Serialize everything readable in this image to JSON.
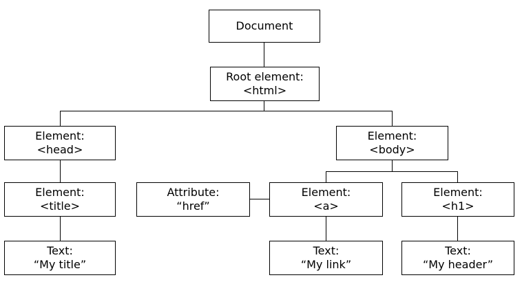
{
  "nodes": {
    "document": {
      "line1": "Document"
    },
    "root": {
      "line1": "Root element:",
      "line2": "<html>"
    },
    "head": {
      "line1": "Element:",
      "line2": "<head>"
    },
    "body": {
      "line1": "Element:",
      "line2": "<body>"
    },
    "title": {
      "line1": "Element:",
      "line2": "<title>"
    },
    "attribute": {
      "line1": "Attribute:",
      "line2": "“href”"
    },
    "a": {
      "line1": "Element:",
      "line2": "<a>"
    },
    "h1": {
      "line1": "Element:",
      "line2": "<h1>"
    },
    "title_text": {
      "line1": "Text:",
      "line2": "“My title”"
    },
    "link_text": {
      "line1": "Text:",
      "line2": "“My link”"
    },
    "header_text": {
      "line1": "Text:",
      "line2": "“My header”"
    }
  }
}
